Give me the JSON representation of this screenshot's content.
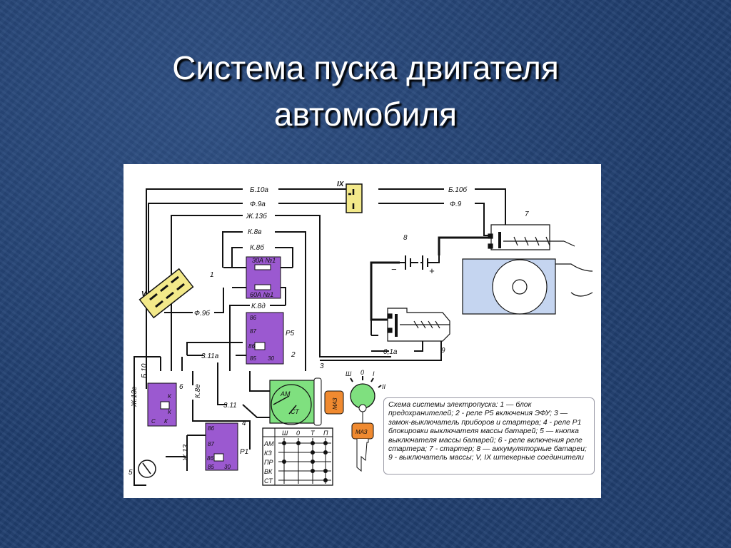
{
  "title": {
    "line1": "Система пуска двигателя",
    "line2": "автомобиля"
  },
  "diagram": {
    "wires": {
      "b10a": "Б.10а",
      "f9a": "Ф.9а",
      "zh13b": "Ж.13б",
      "k8v": "К.8в",
      "k8b": "К.8б",
      "f9b": "Ф.9б",
      "k8d": "К.8д",
      "z11a": "3.11а",
      "z11": "3.11",
      "b10": "Б.10",
      "zh13g": "Ж.13г",
      "k8e": "К.8е",
      "zh13": "Ж.13",
      "o1a": "0,1а",
      "b10b": "Б.10б",
      "f9": "Ф.9"
    },
    "connectors": {
      "ix": "IX",
      "v": "V"
    },
    "numbers": {
      "n1": "1",
      "n2": "2",
      "n3": "3",
      "n4": "4",
      "n5": "5",
      "n6": "6",
      "n7": "7",
      "n8": "8",
      "n9": "9"
    },
    "fuses": {
      "f30": "30А №1",
      "f60": "60А №1"
    },
    "relay_p5": {
      "name": "Р5",
      "pins": [
        "86",
        "87",
        "86",
        "85",
        "30"
      ]
    },
    "relay_p1": {
      "name": "Р1",
      "pins": [
        "86",
        "87",
        "86",
        "85",
        "30"
      ]
    },
    "relay_6": {
      "pins": [
        "К",
        "К",
        "С",
        "К"
      ]
    },
    "ignition": {
      "am": "АМ",
      "st": "СТ",
      "key_label": "МАЗ",
      "positions": [
        "Ш",
        "0",
        "I",
        "II"
      ]
    },
    "battery": {
      "minus": "−",
      "plus": "+"
    },
    "switch_table": {
      "columns": [
        "Ш",
        "0",
        "Т",
        "П"
      ],
      "rows": [
        {
          "label": "АМ",
          "dots": [
            1,
            1,
            1,
            1
          ]
        },
        {
          "label": "КЗ",
          "dots": [
            0,
            0,
            1,
            1
          ]
        },
        {
          "label": "ПР",
          "dots": [
            1,
            0,
            1,
            0
          ]
        },
        {
          "label": "ВК",
          "dots": [
            0,
            0,
            1,
            1
          ]
        },
        {
          "label": "СТ",
          "dots": [
            0,
            0,
            0,
            1
          ]
        }
      ]
    },
    "legend": "Схема системы электропуска: 1 — блок предохранителей; 2 - реле Р5 включения ЭФУ; 3 — замок-выключатель приборов и стартера; 4 - реле Р1 блокировки выключателя массы батарей; 5 — кнопка выключателя массы батарей; 6 - реле включения реле стартера; 7 - стартер; 8 — аккумуляторные батареи; 9 - выключатель массы; V, IX штекерные соединители"
  },
  "colors": {
    "background": "#213f70",
    "relay": "#9b59d0",
    "connector": "#f3e98a",
    "ignition": "#7fe07f",
    "key": "#f08a30",
    "starter": "#c5d5f0"
  }
}
